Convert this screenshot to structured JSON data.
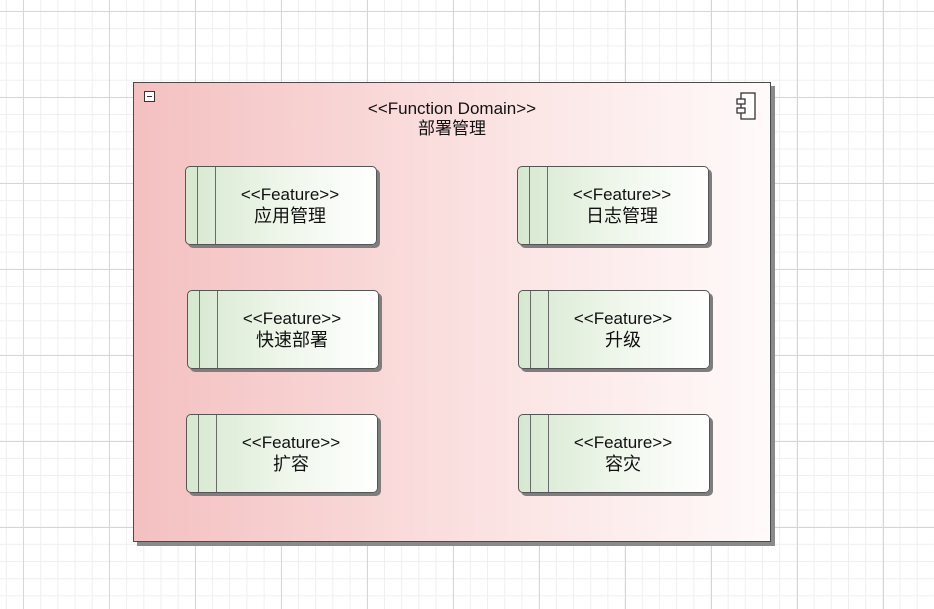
{
  "domain": {
    "stereotype": "<<Function Domain>>",
    "name": "部署管理"
  },
  "features": [
    {
      "stereotype": "<<Feature>>",
      "name": "应用管理"
    },
    {
      "stereotype": "<<Feature>>",
      "name": "日志管理"
    },
    {
      "stereotype": "<<Feature>>",
      "name": "快速部署"
    },
    {
      "stereotype": "<<Feature>>",
      "name": "升级"
    },
    {
      "stereotype": "<<Feature>>",
      "name": "扩容"
    },
    {
      "stereotype": "<<Feature>>",
      "name": "容灾"
    }
  ],
  "colors": {
    "domain_fill_start": "#f4c0c0",
    "domain_fill_end": "#fffafa",
    "feature_fill_start": "#d6e8d0",
    "feature_fill_end": "#ffffff"
  },
  "icons": {
    "collapse": "minus-square-icon",
    "component": "uml-component-icon"
  }
}
